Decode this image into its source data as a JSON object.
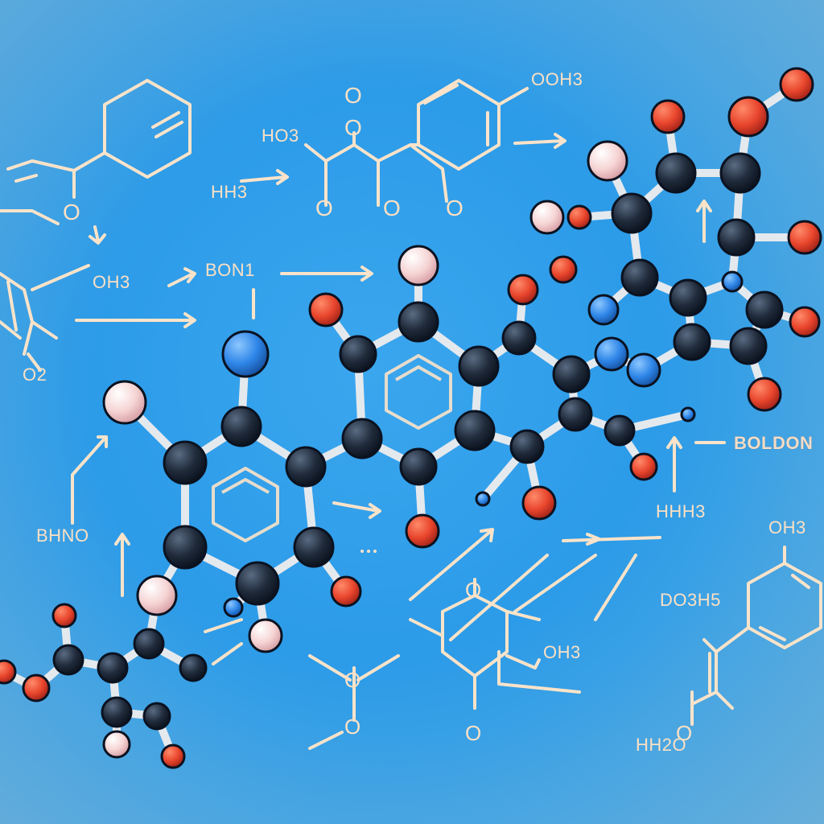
{
  "colors": {
    "background": "#2c9be8",
    "line_light": "#fbe3c9",
    "bond_gray": "#dfe5ea",
    "atom_carbon": "#1f2a3a",
    "atom_oxygen": "#e8452c",
    "atom_nitrogen": "#2e86e8",
    "atom_hydrogen": "#f6d4d4"
  },
  "labels": [
    {
      "text": "HO3"
    },
    {
      "text": "OOH3"
    },
    {
      "text": "HH3"
    },
    {
      "text": "OH3"
    },
    {
      "text": "BON1"
    },
    {
      "text": "O2"
    },
    {
      "text": "BOLDON"
    },
    {
      "text": "BHNO"
    },
    {
      "text": "HHH3"
    },
    {
      "text": "OH3"
    },
    {
      "text": "DO3H5"
    },
    {
      "text": "OH3"
    },
    {
      "text": "HH2O"
    },
    {
      "text": "O"
    },
    {
      "text": "O"
    },
    {
      "text": "O"
    },
    {
      "text": "O"
    },
    {
      "text": "O"
    },
    {
      "text": "O"
    },
    {
      "text": "O"
    },
    {
      "text": "O"
    },
    {
      "text": "O"
    },
    {
      "text": "O"
    },
    {
      "text": "O"
    }
  ]
}
